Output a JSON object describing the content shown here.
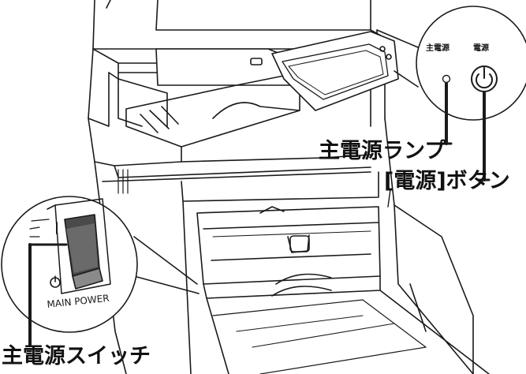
{
  "callouts": {
    "main_power_lamp": "主電源ランプ",
    "power_button": "[電源]ボタン",
    "main_power_switch": "主電源スイッチ"
  },
  "panel_zoom": {
    "main_power_label": "主電源",
    "power_label": "電源"
  },
  "switch_zoom": {
    "on_mark": "I",
    "off_mark": "⏻",
    "switch_label": "MAIN POWER"
  },
  "colors": {
    "line": "#1a1a1a",
    "fill": "#ffffff",
    "rocker_dark": "#4a4a4a",
    "rocker_light": "#8a8a8a"
  }
}
